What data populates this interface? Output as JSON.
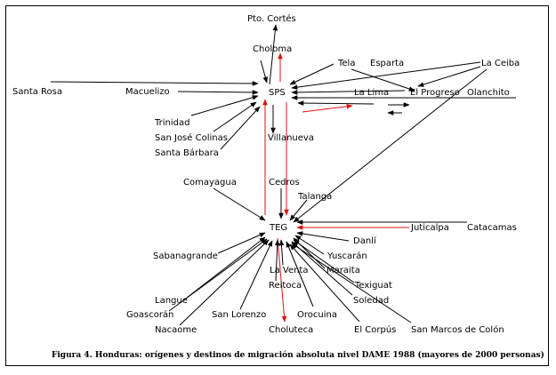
{
  "caption": "Figura 4. Honduras: orígenes y destinos de migración absoluta nivel DAME 1988 (mayores de 2000 personas)",
  "colors": {
    "flow": "#000000",
    "highlight": "#dd1111"
  },
  "hubs": {
    "sps": "SPS",
    "teg": "TEG"
  },
  "places": {
    "pto_cortes": "Pto. Cortés",
    "choloma": "Choloma",
    "tela": "Tela",
    "esparta": "Esparta",
    "la_ceiba": "La Ceiba",
    "santa_rosa": "Santa Rosa",
    "macuelizo": "Macuelizo",
    "la_lima": "La Lima",
    "el_progreso": "El Progreso",
    "olanchito": "Olanchito",
    "trinidad": "Trinidad",
    "san_jose_colinas": "San José Colinas",
    "santa_barbara": "Santa Bárbara",
    "villanueva": "Villanueva",
    "comayagua": "Comayagua",
    "cedros": "Cedros",
    "talanga": "Talanga",
    "juticalpa": "Juticalpa",
    "catacamas": "Catacamas",
    "danli": "Danlí",
    "sabanagrande": "Sabanagrande",
    "yuscaran": "Yuscarán",
    "la_venta": "La Venta",
    "maraita": "Maraita",
    "reitoca": "Reitoca",
    "texiguat": "Texiguat",
    "langue": "Langue",
    "soledad": "Soledad",
    "goascoran": "Goascorán",
    "san_lorenzo": "San Lorenzo",
    "orocuina": "Orocuina",
    "nacaome": "Nacaome",
    "choluteca": "Choluteca",
    "el_corpus": "El Corpús",
    "san_marcos": "San Marcos de Colón"
  }
}
